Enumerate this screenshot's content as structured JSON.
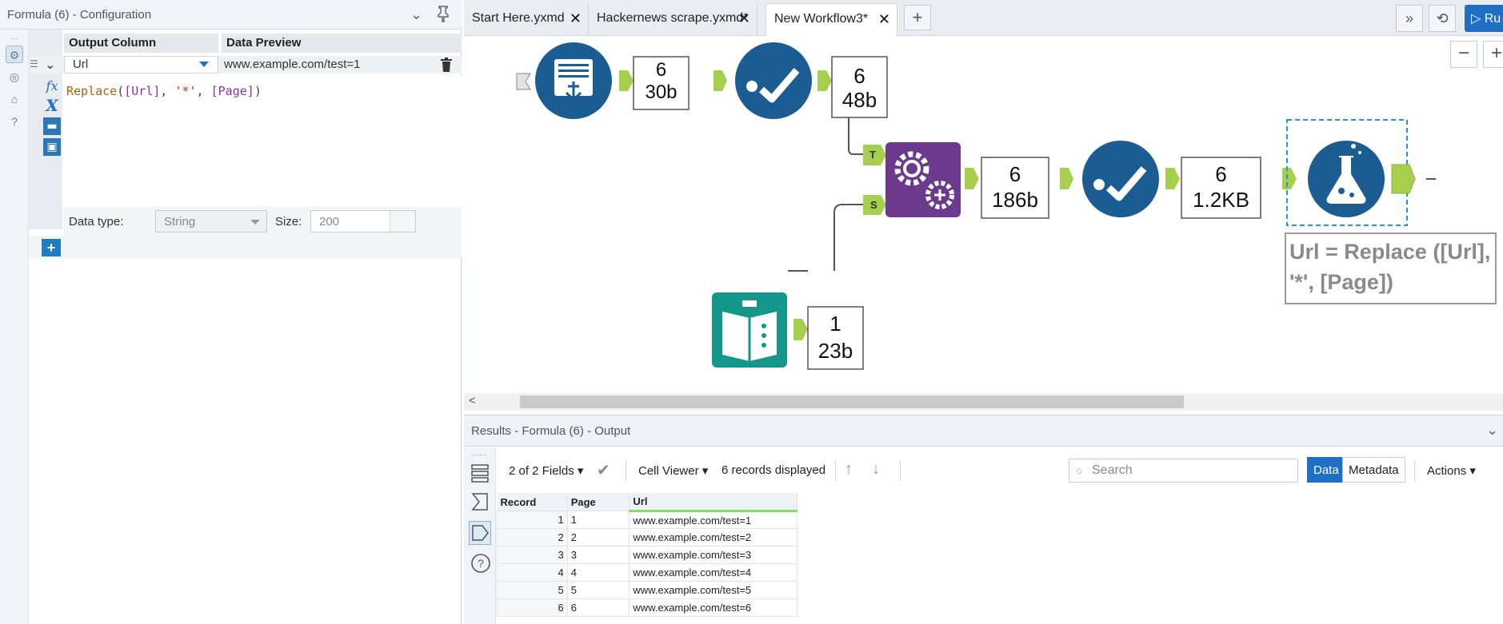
{
  "config": {
    "panel_title": "Formula (6) - Configuration",
    "col_output": "Output Column",
    "col_preview": "Data Preview",
    "row": {
      "output": "Url",
      "preview": "www.example.com/test=1"
    },
    "formula": {
      "fn": "Replace",
      "open": "(",
      "f1": "[Url]",
      "comma1": ", ",
      "str": "'*'",
      "comma2": ", ",
      "f2": "[Page]",
      "close": ")"
    },
    "data_type_label": "Data type:",
    "data_type_value": "String",
    "size_label": "Size:",
    "size_value": "200"
  },
  "tabs": [
    {
      "label": "Start Here.yxmd"
    },
    {
      "label": "Hackernews scrape.yxmd*"
    },
    {
      "label": "New Workflow3*"
    }
  ],
  "toolbar": {
    "run_label": "Ru",
    "plus": "+"
  },
  "canvas": {
    "badges": [
      {
        "count": "6",
        "size": "30b"
      },
      {
        "count": "6",
        "size": "48b"
      },
      {
        "count": "6",
        "size": "186b"
      },
      {
        "count": "6",
        "size": "1.2KB"
      },
      {
        "count": "1",
        "size": "23b"
      }
    ],
    "anchor_t": "T",
    "anchor_s": "S",
    "annotation": "Url = Replace ([Url], '*', [Page])",
    "zoom_out": "−",
    "zoom_in": "+"
  },
  "results": {
    "title": "Results - Formula (6) - Output",
    "fields": "2 of 2 Fields",
    "cell_viewer": "Cell Viewer",
    "records_displayed": "6 records displayed",
    "search_placeholder": "Search",
    "data_tab": "Data",
    "metadata_tab": "Metadata",
    "actions": "Actions",
    "columns": [
      "Record",
      "Page",
      "Url"
    ],
    "rows": [
      [
        "1",
        "1",
        "www.example.com/test=1"
      ],
      [
        "2",
        "2",
        "www.example.com/test=2"
      ],
      [
        "3",
        "3",
        "www.example.com/test=3"
      ],
      [
        "4",
        "4",
        "www.example.com/test=4"
      ],
      [
        "5",
        "5",
        "www.example.com/test=5"
      ],
      [
        "6",
        "6",
        "www.example.com/test=6"
      ]
    ]
  },
  "colors": {
    "accent": "#1f6fc5",
    "tool_blue": "#1b5c93",
    "tool_purple": "#6b3a8c",
    "tool_teal": "#14968a",
    "anchor_green": "#a6cf4e"
  }
}
